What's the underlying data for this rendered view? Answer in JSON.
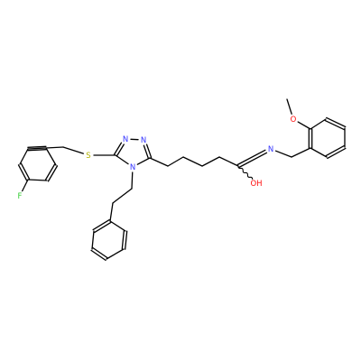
{
  "structure": {
    "background": "#ffffff",
    "bond_color": "#000000",
    "colors": {
      "C": "#000000",
      "N": "#3333ff",
      "O": "#ff0d0d",
      "S": "#b2b200",
      "F": "#33cc33"
    },
    "atom_labels": [
      {
        "id": "F",
        "text": "F"
      },
      {
        "id": "S",
        "text": "S"
      },
      {
        "id": "N1",
        "text": "N"
      },
      {
        "id": "N2",
        "text": "N"
      },
      {
        "id": "N4",
        "text": "N"
      },
      {
        "id": "Namide",
        "text": "N"
      },
      {
        "id": "OH",
        "text": "OH"
      },
      {
        "id": "O",
        "text": "O"
      }
    ],
    "bonds": [
      [
        "FC1",
        "F",
        1
      ],
      [
        "FC1",
        "FC2",
        2
      ],
      [
        "FC2",
        "FC3",
        1
      ],
      [
        "FC3",
        "FC4",
        2
      ],
      [
        "FC4",
        "FC5",
        1
      ],
      [
        "FC5",
        "FC6",
        2
      ],
      [
        "FC6",
        "FC1",
        1
      ],
      [
        "FC3",
        "CH2a",
        1
      ],
      [
        "CH2a",
        "S",
        1
      ],
      [
        "S",
        "C5",
        1
      ],
      [
        "C5",
        "N1",
        2
      ],
      [
        "N1",
        "N2",
        1
      ],
      [
        "N2",
        "C3",
        2
      ],
      [
        "C3",
        "N4",
        1
      ],
      [
        "N4",
        "C5",
        1
      ],
      [
        "N4",
        "Ea",
        1
      ],
      [
        "Ea",
        "Eb",
        1
      ],
      [
        "Eb",
        "P1",
        1
      ],
      [
        "P1",
        "P2",
        2
      ],
      [
        "P2",
        "P3",
        1
      ],
      [
        "P3",
        "P4",
        2
      ],
      [
        "P4",
        "P5",
        1
      ],
      [
        "P5",
        "P6",
        2
      ],
      [
        "P6",
        "P1",
        1
      ],
      [
        "C3",
        "K1",
        1
      ],
      [
        "K1",
        "K2",
        1
      ],
      [
        "K2",
        "K3",
        1
      ],
      [
        "K3",
        "K4",
        1
      ],
      [
        "K4",
        "Cam",
        1
      ],
      [
        "Cam",
        "OH",
        1,
        "wavy"
      ],
      [
        "Cam",
        "Namide",
        2
      ],
      [
        "Namide",
        "Bz",
        1
      ],
      [
        "Bz",
        "M1",
        1
      ],
      [
        "M1",
        "M2",
        2
      ],
      [
        "M2",
        "M3",
        1
      ],
      [
        "M3",
        "M4",
        2
      ],
      [
        "M4",
        "M5",
        1
      ],
      [
        "M5",
        "M6",
        2
      ],
      [
        "M6",
        "M1",
        1
      ],
      [
        "M2",
        "O",
        1
      ],
      [
        "O",
        "Me",
        1
      ]
    ]
  }
}
